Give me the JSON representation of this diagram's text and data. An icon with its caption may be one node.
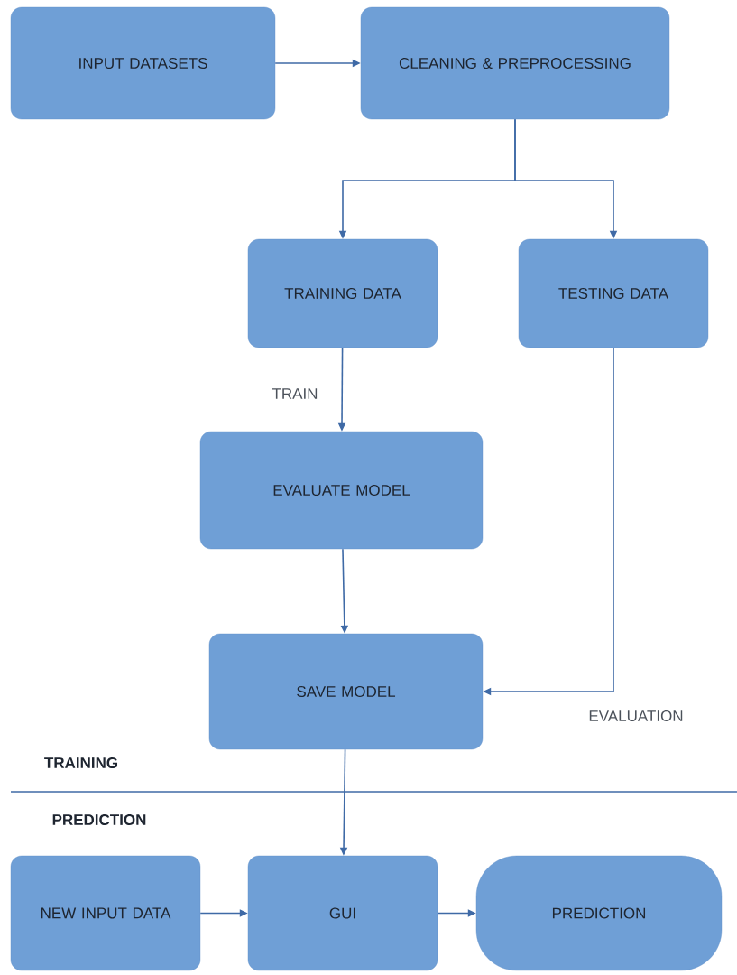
{
  "diagram": {
    "nodes": [
      {
        "text": [
          "INPUT DATASETS"
        ]
      },
      {
        "text": [
          "CLEANING & PREPROCESSING"
        ]
      },
      {
        "text": [
          "TRAINING DATA"
        ]
      },
      {
        "text": [
          "TESTING DATA"
        ]
      },
      {
        "text": [
          "EVALUATE MODEL"
        ]
      },
      {
        "text": [
          "SAVE MODEL"
        ]
      },
      {
        "text": [
          "NEW INPUT DATA"
        ]
      },
      {
        "text": [
          "GUI"
        ]
      },
      {
        "text": [
          "PREDICTION"
        ]
      }
    ],
    "edges": [
      {
        "from": 0,
        "to": 1,
        "arrow": "to"
      },
      {
        "from": 1,
        "to": 2,
        "arrow": "to"
      },
      {
        "from": 1,
        "to": 3,
        "arrow": "to"
      },
      {
        "from": 2,
        "to": 4,
        "arrow": "to",
        "label": "TRAIN"
      },
      {
        "from": 4,
        "to": 5,
        "arrow": "to"
      },
      {
        "from": 3,
        "to": 5,
        "arrow": "to",
        "label": "EVALUATION"
      },
      {
        "from": 5,
        "to": 7,
        "arrow": "to"
      },
      {
        "from": 6,
        "to": 7,
        "arrow": "to"
      },
      {
        "from": 7,
        "to": 8,
        "arrow": "to"
      }
    ],
    "labels": [
      "TRAINING",
      "PREDICTION"
    ]
  }
}
